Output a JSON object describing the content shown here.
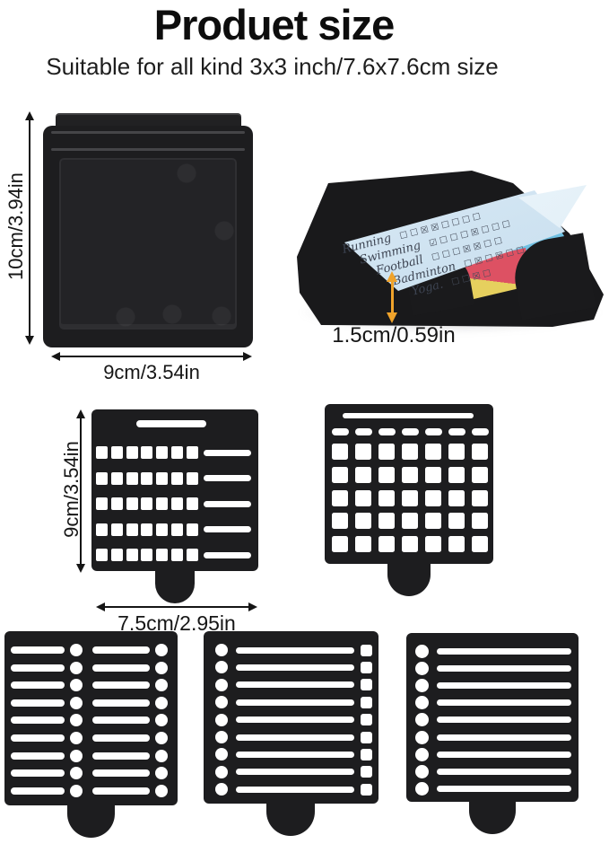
{
  "title": "Produet size",
  "subtitle": "Suitable for all kind 3x3 inch/7.6x7.6cm size",
  "front_view": {
    "height_label": "10cm/3.94in",
    "width_label": "9cm/3.54in"
  },
  "photo_view": {
    "thickness_label": "1.5cm/0.59in",
    "note_lines": [
      {
        "word": "Running",
        "marks": "☐☐☒☒☐☐☐☐"
      },
      {
        "word": "Swimming",
        "marks": "☑☐☐☐☒☐☐☐"
      },
      {
        "word": "Football",
        "marks": "☐☐☐☒☒☐☐"
      },
      {
        "word": "Badminton",
        "marks": "☐☒☐☒☐☐"
      },
      {
        "word": "Yoga.",
        "marks": "☐☐☒☐"
      }
    ]
  },
  "plate_view": {
    "height_label": "9cm/3.54in",
    "width_label": "7.5cm/2.95in"
  },
  "colors": {
    "accent_orange": "#F0A32B",
    "product_black": "#1D1D1F",
    "note_blue": "#CFE3F1",
    "note_cyan": "#6FC0E2",
    "stripe_green": "#A6C96C",
    "stripe_red": "#DD5163",
    "stripe_yellow": "#E6D05E",
    "stripe_cream": "#EFE7CD"
  }
}
